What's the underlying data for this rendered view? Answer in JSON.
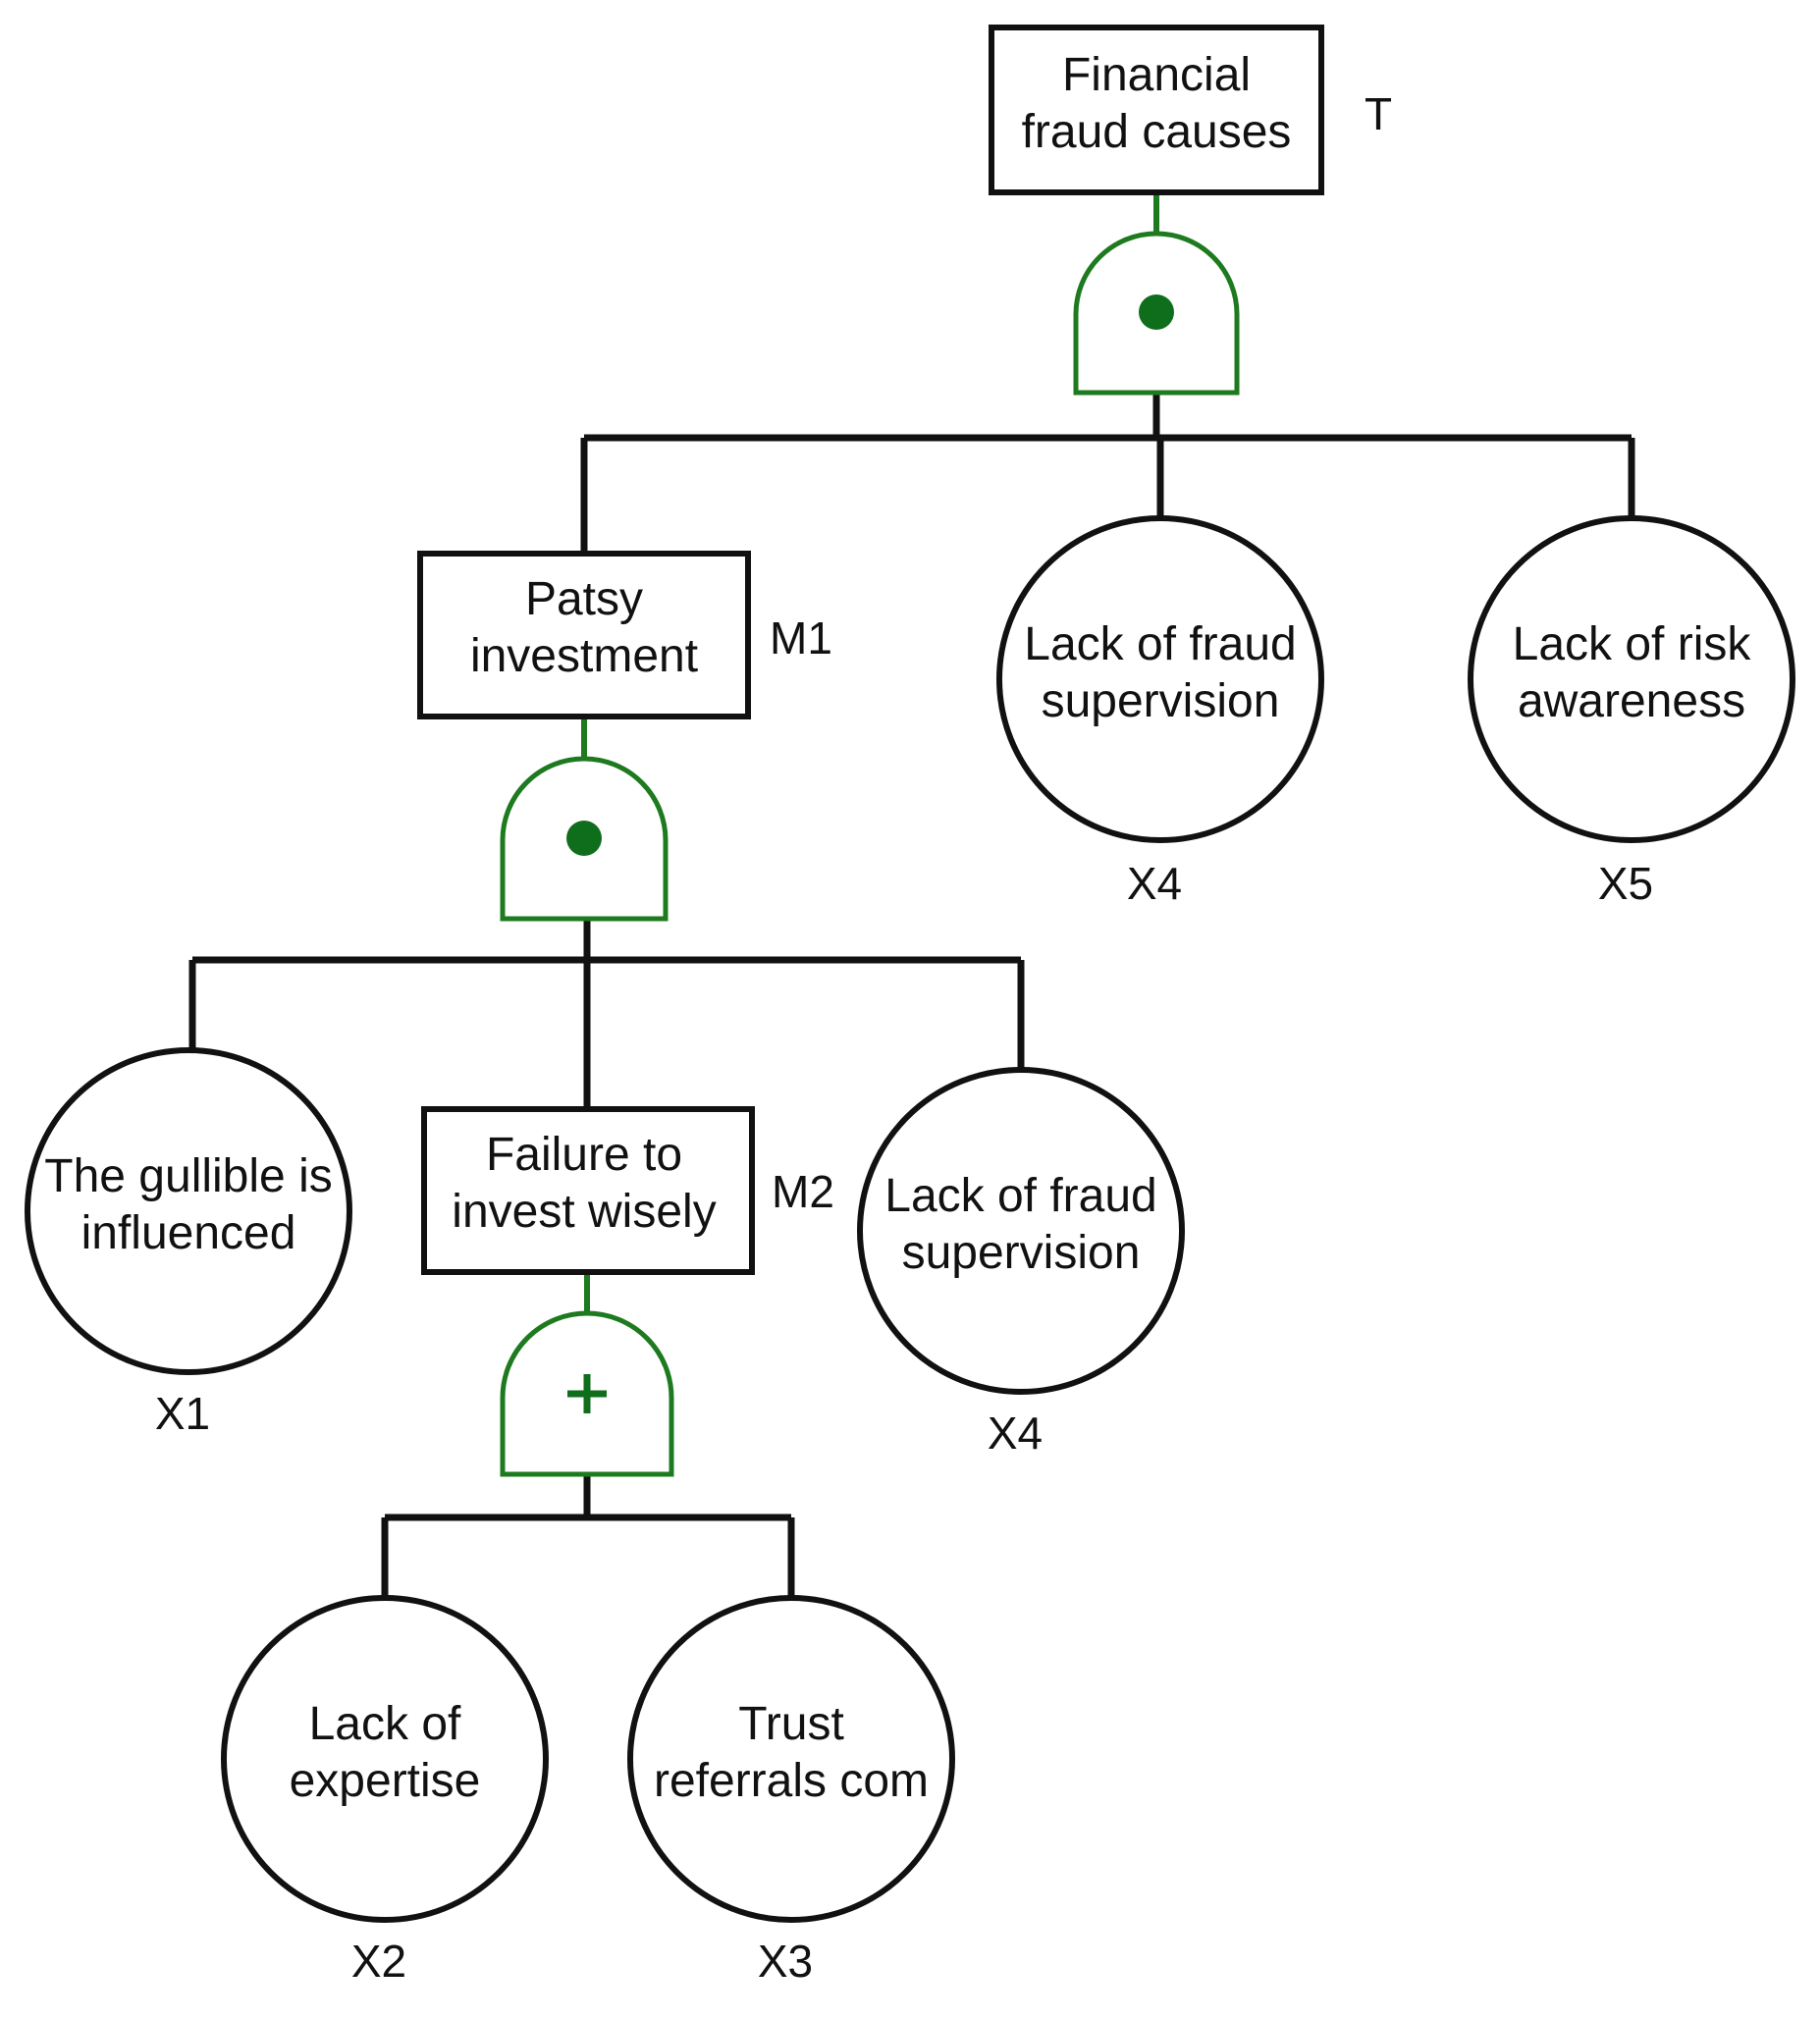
{
  "top_event": {
    "label_lines": [
      "Financial",
      "fraud causes"
    ],
    "id": "T",
    "gate": "AND"
  },
  "intermediate_events": {
    "m1": {
      "label_lines": [
        "Patsy",
        "investment"
      ],
      "id": "M1",
      "gate": "AND"
    },
    "m2": {
      "label_lines": [
        "Failure to",
        "invest wisely"
      ],
      "id": "M2",
      "gate": "OR"
    }
  },
  "basic_events": {
    "x1": {
      "label_lines": [
        "The gullible is",
        "influenced"
      ],
      "id": "X1"
    },
    "x2": {
      "label_lines": [
        "Lack of",
        "expertise"
      ],
      "id": "X2"
    },
    "x3": {
      "label_lines": [
        "Trust",
        "referrals com"
      ],
      "id": "X3"
    },
    "x4a": {
      "label_lines": [
        "Lack of fraud",
        "supervision"
      ],
      "id": "X4"
    },
    "x4b": {
      "label_lines": [
        "Lack of fraud",
        "supervision"
      ],
      "id": "X4"
    },
    "x5": {
      "label_lines": [
        "Lack of risk",
        "awareness"
      ],
      "id": "X5"
    }
  },
  "gate_icons": {
    "and": "and-gate-icon",
    "or": "or-gate-icon"
  },
  "colors": {
    "gate": "#1e7a1e",
    "gate_symbol": "#0f6e1b",
    "line": "#111111"
  }
}
